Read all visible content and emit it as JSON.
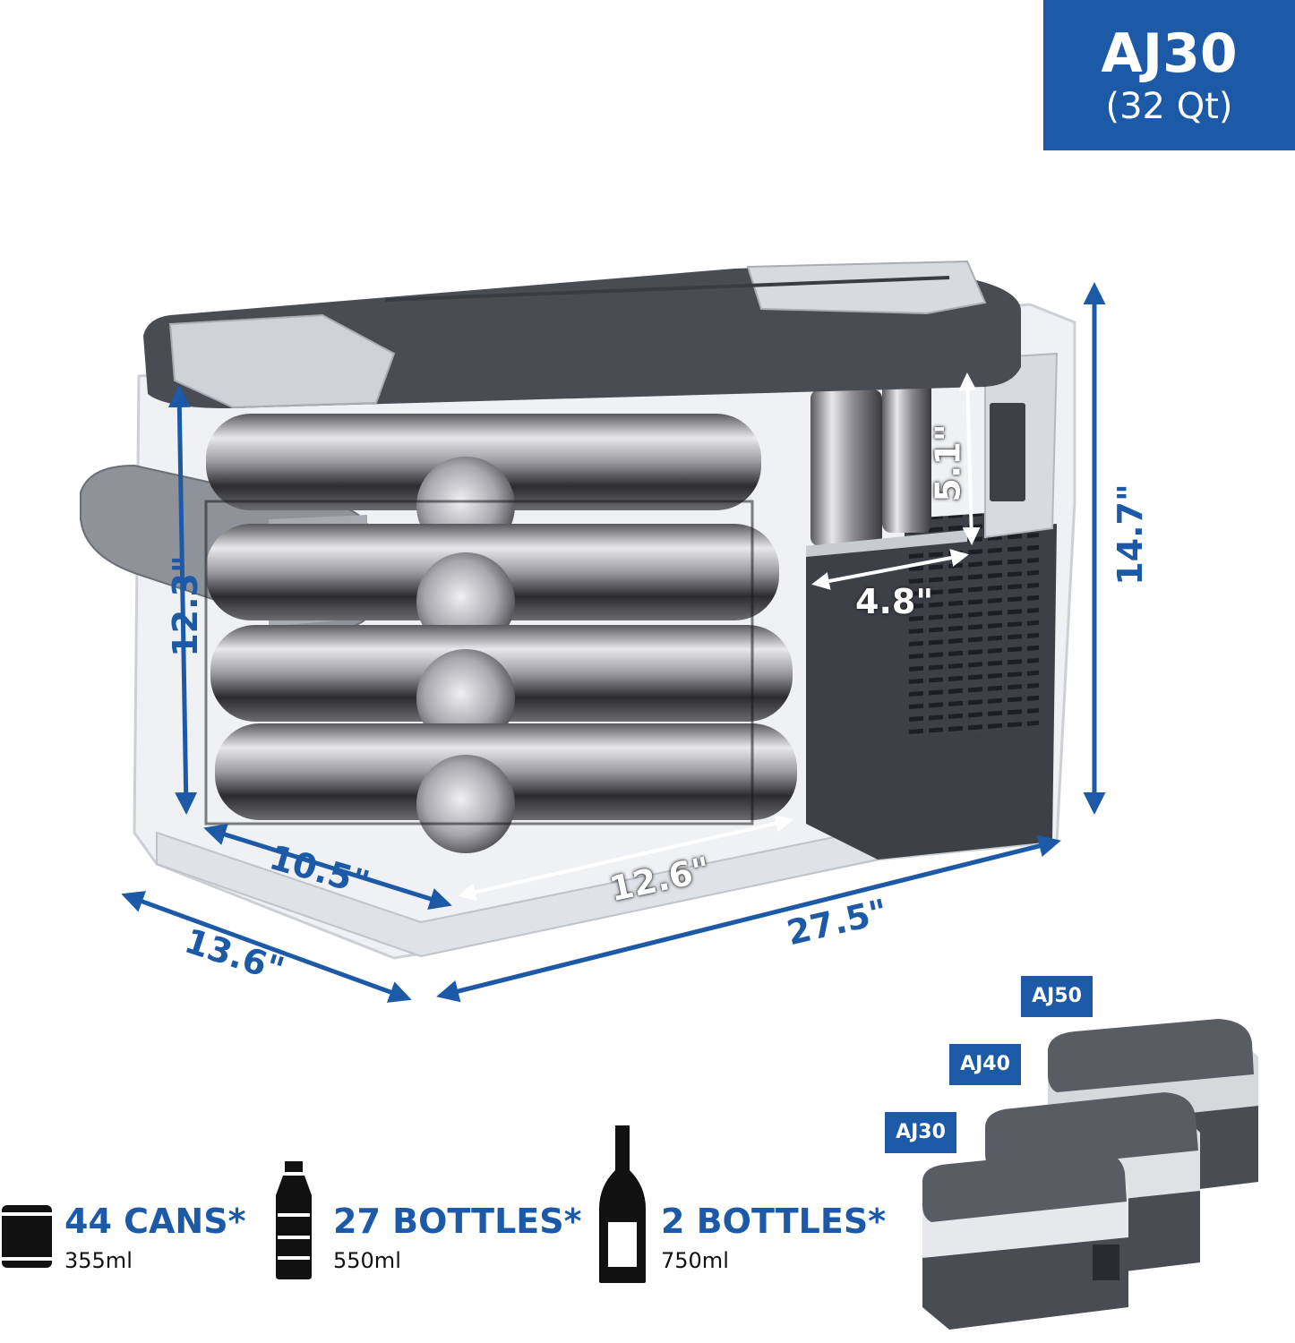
{
  "badge": {
    "model": "AJ30",
    "capacity": "(32 Qt)"
  },
  "dimensions": {
    "height_outer": "14.7\"",
    "height_inner": "12.3\"",
    "depth_outer": "13.6\"",
    "depth_inner": "10.5\"",
    "length_outer": "27.5\"",
    "length_inner": "12.6\"",
    "compartment_width": "4.8\"",
    "compartment_height": "5.1\""
  },
  "capacity": [
    {
      "count": "44 CANS*",
      "size": "355ml",
      "icon": "can-icon"
    },
    {
      "count": "27 BOTTLES*",
      "size": "550ml",
      "icon": "water-bottle-icon"
    },
    {
      "count": "2 BOTTLES*",
      "size": "750ml",
      "icon": "wine-bottle-icon"
    }
  ],
  "models": [
    "AJ50",
    "AJ40",
    "AJ30"
  ],
  "colors": {
    "accent": "#1c5aa8",
    "lid": "#4a4c54",
    "body": "#3e4048"
  }
}
